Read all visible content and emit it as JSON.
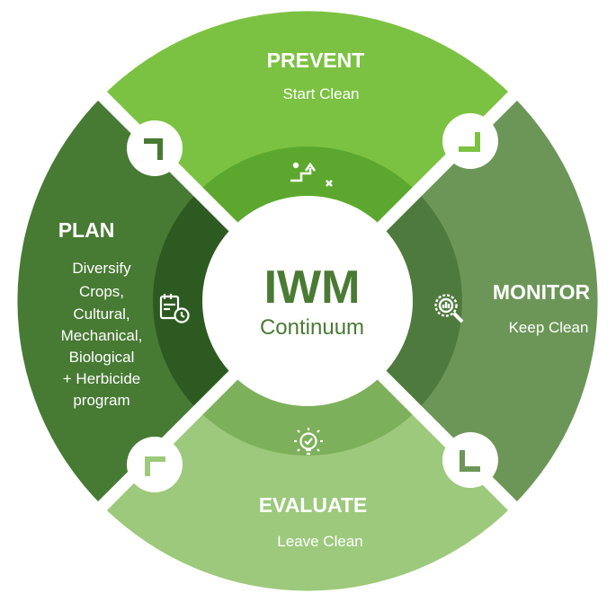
{
  "center": {
    "title": "IWM",
    "subtitle": "Continuum"
  },
  "sections": {
    "prevent": {
      "title": "PREVENT",
      "subtitle": "Start Clean",
      "icon": "stairs-step-icon"
    },
    "monitor": {
      "title": "MONITOR",
      "subtitle": "Keep Clean",
      "icon": "magnifier-chart-icon"
    },
    "evaluate": {
      "title": "EVALUATE",
      "subtitle": "Leave Clean",
      "icon": "lightbulb-check-icon"
    },
    "plan": {
      "title": "PLAN",
      "lines": [
        "Diversify",
        "Crops,",
        "Cultural,",
        "Mechanical,",
        "Biological",
        "+ Herbicide",
        "program"
      ],
      "icon": "calendar-clock-icon"
    }
  },
  "colors": {
    "prevent_outer": "#7cc242",
    "prevent_inner": "#5ca82e",
    "monitor_outer": "#6c9657",
    "monitor_inner": "#4f7a3d",
    "evaluate_outer": "#9cc97b",
    "evaluate_inner": "#7db05a",
    "plan_outer": "#477a33",
    "plan_inner": "#2d5a20",
    "center_text": "#4a7a34"
  }
}
